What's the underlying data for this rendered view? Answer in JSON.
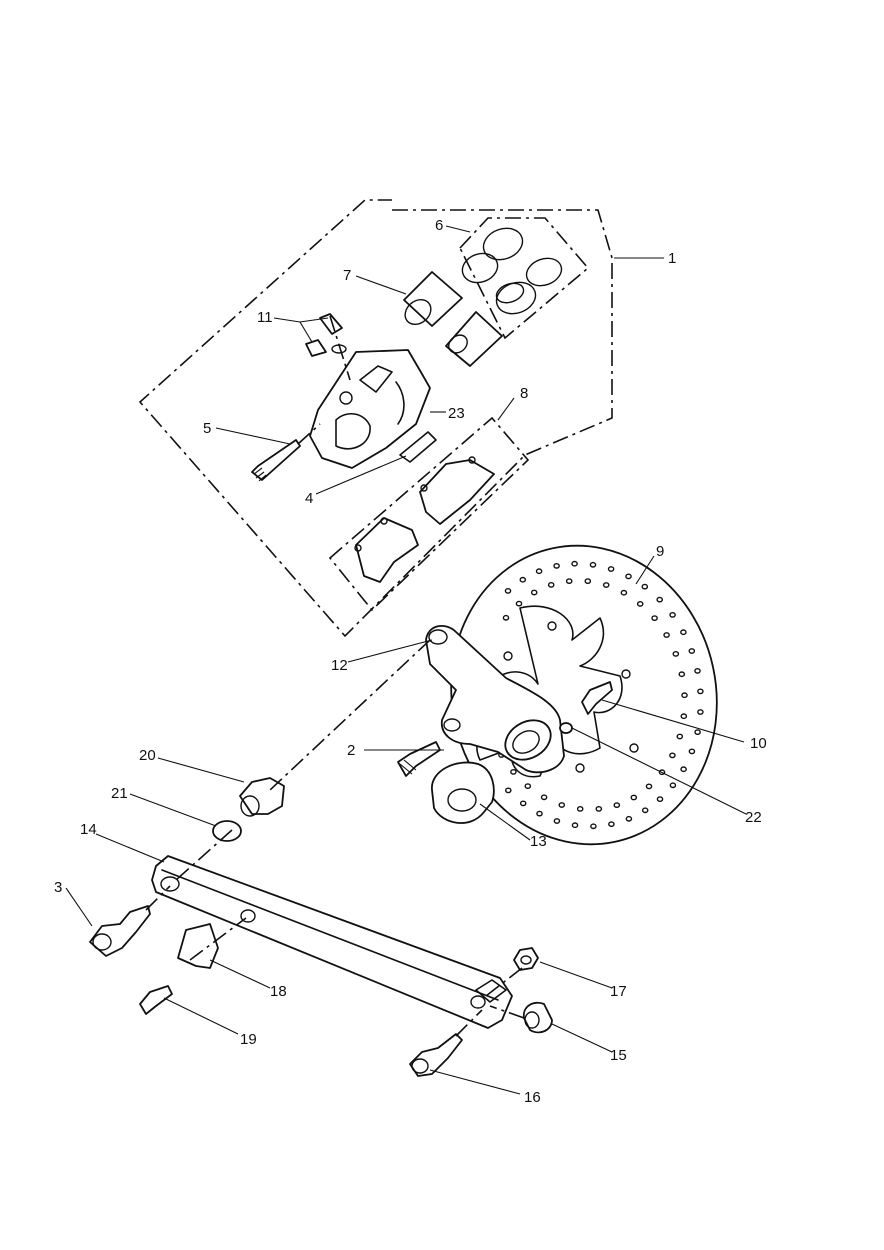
{
  "callouts": [
    {
      "id": "c1",
      "text": "1"
    },
    {
      "id": "c2",
      "text": "2"
    },
    {
      "id": "c3",
      "text": "3"
    },
    {
      "id": "c4",
      "text": "4"
    },
    {
      "id": "c5",
      "text": "5"
    },
    {
      "id": "c6",
      "text": "6"
    },
    {
      "id": "c7",
      "text": "7"
    },
    {
      "id": "c8",
      "text": "8"
    },
    {
      "id": "c9",
      "text": "9"
    },
    {
      "id": "c10",
      "text": "10"
    },
    {
      "id": "c11",
      "text": "11"
    },
    {
      "id": "c12",
      "text": "12"
    },
    {
      "id": "c13",
      "text": "13"
    },
    {
      "id": "c14",
      "text": "14"
    },
    {
      "id": "c15",
      "text": "15"
    },
    {
      "id": "c16",
      "text": "16"
    },
    {
      "id": "c17",
      "text": "17"
    },
    {
      "id": "c18",
      "text": "18"
    },
    {
      "id": "c19",
      "text": "19"
    },
    {
      "id": "c20",
      "text": "20"
    },
    {
      "id": "c21",
      "text": "21"
    },
    {
      "id": "c22",
      "text": "22"
    },
    {
      "id": "c23",
      "text": "23"
    }
  ]
}
